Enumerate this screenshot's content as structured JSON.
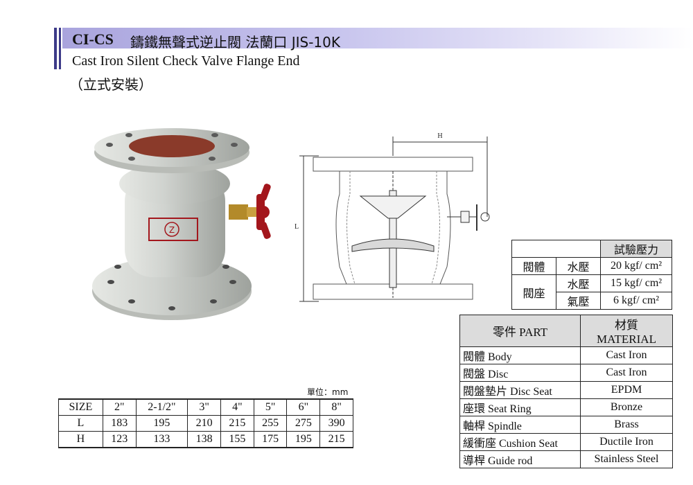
{
  "header": {
    "code": "CI-CS",
    "title_zh": "鑄鐵無聲式逆止閥 法蘭口 JIS-10K",
    "title_en": "Cast Iron Silent Check Valve Flange End",
    "install": "（立式安裝）"
  },
  "drawing": {
    "label_h": "H",
    "label_l": "L"
  },
  "photo": {
    "badge": "Z"
  },
  "test_pressure": {
    "header": "試驗壓力",
    "rows": [
      {
        "part": "閥體",
        "medium": "水壓",
        "value": "20 kgf/ cm²"
      },
      {
        "part": "閥座",
        "medium": "水壓",
        "value": "15 kgf/ cm²"
      },
      {
        "part": "",
        "medium": "氣壓",
        "value": "6 kgf/ cm²"
      }
    ]
  },
  "parts": {
    "header_part": "零件 PART",
    "header_material": "材質 MATERIAL",
    "rows": [
      {
        "part": "閥體  Body",
        "material": "Cast Iron"
      },
      {
        "part": "閥盤  Disc",
        "material": "Cast Iron"
      },
      {
        "part": "閥盤墊片  Disc Seat",
        "material": "EPDM"
      },
      {
        "part": "座環  Seat Ring",
        "material": "Bronze"
      },
      {
        "part": "軸桿  Spindle",
        "material": "Brass"
      },
      {
        "part": "緩衝座  Cushion Seat",
        "material": "Ductile Iron"
      },
      {
        "part": "導桿  Guide rod",
        "material": "Stainless Steel"
      }
    ]
  },
  "sizes": {
    "unit": "單位：mm",
    "header": [
      "SIZE",
      "2\"",
      "2-1/2\"",
      "3\"",
      "4\"",
      "5\"",
      "6\"",
      "8\""
    ],
    "rows": [
      [
        "L",
        "183",
        "195",
        "210",
        "215",
        "255",
        "275",
        "390"
      ],
      [
        "H",
        "123",
        "133",
        "138",
        "155",
        "175",
        "195",
        "215"
      ]
    ]
  },
  "colors": {
    "header_gradient_start": "#a9a4dd",
    "body_silver": "#c9ccc8",
    "handwheel_red": "#a3161c",
    "interior_rust": "#8a3a2a"
  }
}
